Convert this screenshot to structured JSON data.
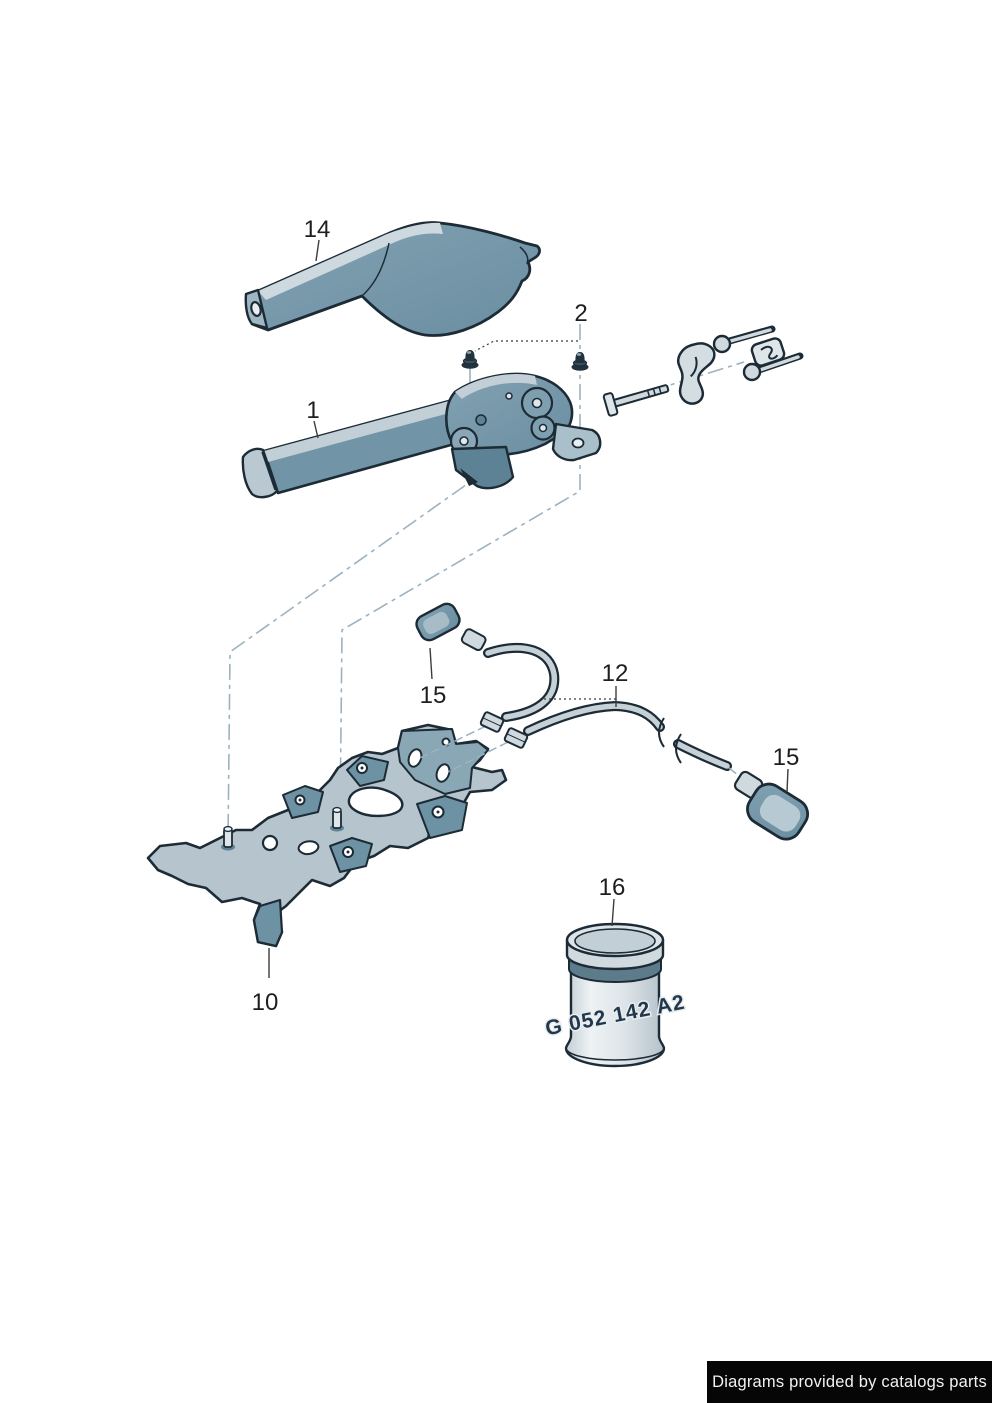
{
  "part_labels": [
    "14",
    "2",
    "1",
    "15",
    "12",
    "15",
    "16",
    "10"
  ],
  "canister_label": "G 052 142 A2",
  "footer_credit": "Diagrams provided by catalogs parts",
  "colors": {
    "outline": "#1c2b35",
    "steel_mid": "#7195a7",
    "steel_dark": "#5d8295",
    "steel_light": "#b9c8d1",
    "pale_gray": "#dfe6ea",
    "leader_line": "#9cb2c0",
    "label_text": "#1e1e1e",
    "footer_background": "#060606",
    "footer_text": "#f2f2f2"
  }
}
